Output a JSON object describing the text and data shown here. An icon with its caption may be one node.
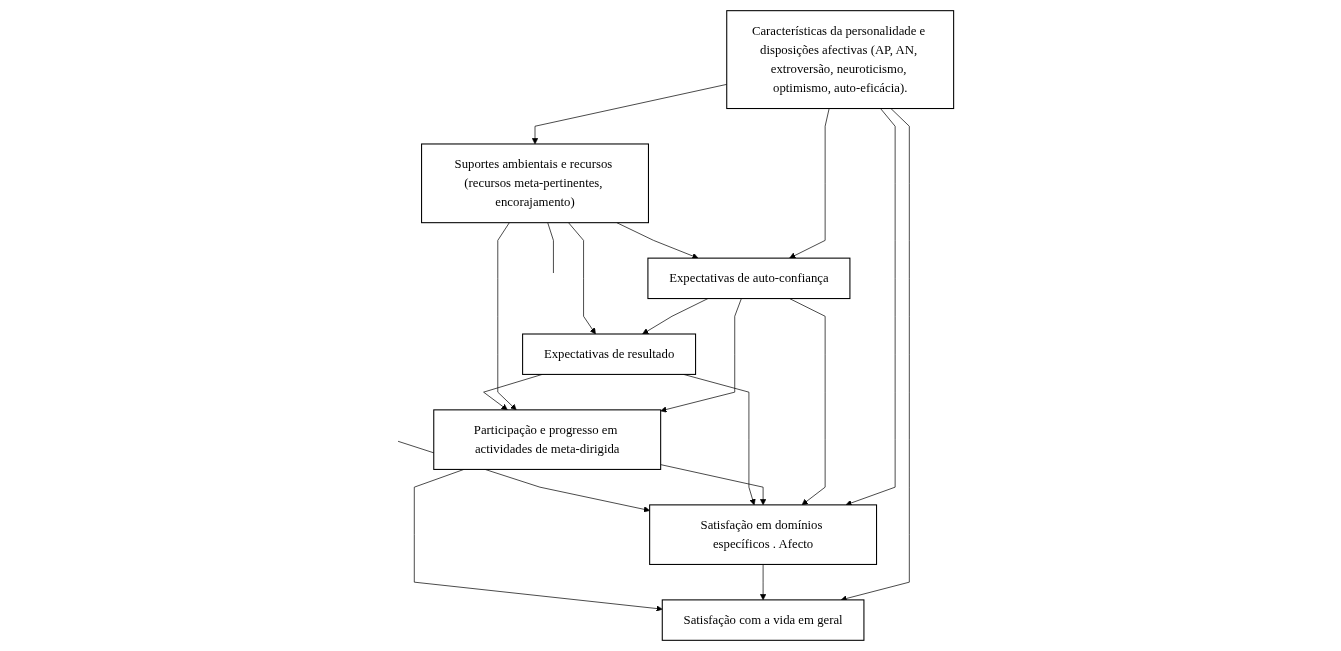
{
  "diagram": {
    "nodes": [
      {
        "text": [
          "Características da personalidade e disposições afectivas (AP, AN, extroversão, neuroticismo, optimismo, auto-eficácia)."
        ]
      },
      {
        "text": [
          "Expectativas de auto-confiança"
        ]
      },
      {
        "text": [
          "Suportes ambientais e recursos (recursos meta-pertinentes, encorajamento)"
        ]
      },
      {
        "text": [
          "Participação e progresso em actividades de meta-dirigida"
        ]
      },
      {
        "text": [
          "Satisfação em domínios específicos . Afecto"
        ]
      },
      {
        "text": [
          "Satisfação com a vida em geral"
        ]
      },
      {
        "text": [
          "Expectativas de resultado"
        ]
      }
    ],
    "edges": [
      {
        "from": 0,
        "to": 2,
        "arrow": "to"
      },
      {
        "from": 0,
        "to": 1,
        "arrow": "to"
      },
      {
        "from": 0,
        "to": 4,
        "arrow": "to"
      },
      {
        "from": 0,
        "to": 5,
        "arrow": "to"
      },
      {
        "from": 2,
        "to": 1,
        "arrow": "to"
      },
      {
        "from": 1,
        "to": 3,
        "arrow": "to"
      },
      {
        "from": 1,
        "to": 4,
        "arrow": "to"
      },
      {
        "from": 1,
        "to": 6,
        "arrow": "to"
      },
      {
        "from": 2,
        "to": 3,
        "arrow": "to"
      },
      {
        "from": 2,
        "to": 6,
        "arrow": "to"
      },
      {
        "from": 3,
        "to": 4,
        "arrow": "to"
      },
      {
        "from": 4,
        "to": 5,
        "arrow": "to"
      },
      {
        "from": 6,
        "to": 3,
        "arrow": "to"
      },
      {
        "from": 6,
        "to": 4,
        "arrow": "to"
      },
      {
        "from": 3,
        "to": 5,
        "arrow": "to"
      },
      {
        "from": 2,
        "to": null,
        "arrow": "none"
      },
      {
        "from": null,
        "to": 4,
        "arrow": "to"
      }
    ]
  }
}
